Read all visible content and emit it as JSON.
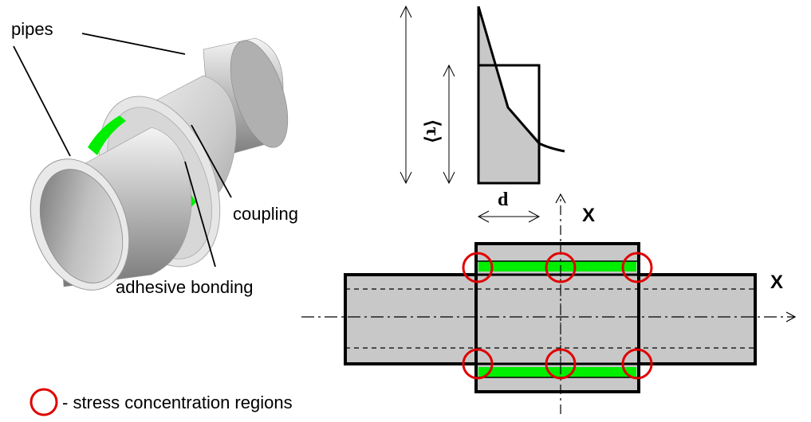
{
  "labels": {
    "pipes": "pipes",
    "coupling": "coupling",
    "adhesive": "adhesive bonding",
    "tau": "⟨τ⟩",
    "d": "d",
    "x_vertical": "X",
    "x_horizontal": "X",
    "legend": "- stress concentration regions"
  },
  "colors": {
    "adhesive": "#00ee00",
    "stress_circle": "#e00000",
    "section_fill": "#c8c8c8",
    "outline": "#000000"
  }
}
